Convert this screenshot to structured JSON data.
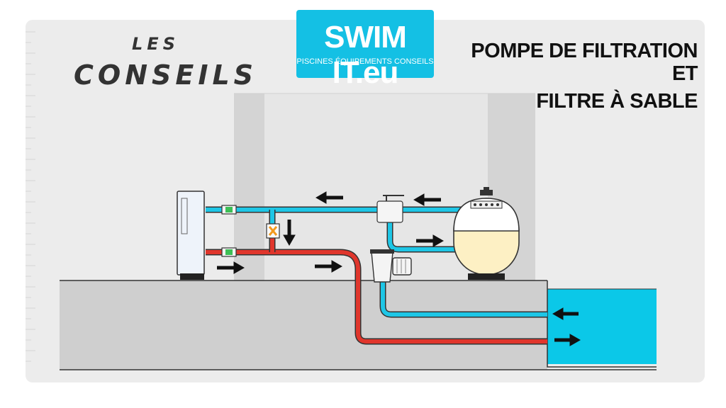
{
  "header": {
    "les_conseils": {
      "line1": "LES",
      "line2": "CONSEILS"
    },
    "logo": {
      "main": "SWIM IT.eu",
      "sub": "PISCINES ÉQUIPEMENTS CONSEILS"
    },
    "title_lines": [
      "POMPE DE FILTRATION",
      "ET",
      "FILTRE À SABLE"
    ]
  },
  "diagram": {
    "components": [
      "heat-pump",
      "sand-filter",
      "pump-motor",
      "prefilter",
      "multiport-valve",
      "bypass-valve",
      "pool"
    ],
    "colors": {
      "blue_pipe": "#1ec6e6",
      "red_pipe": "#e0362c",
      "pool_water": "#0bc8e8",
      "filter_sand": "#fdf0c4",
      "ground": "#cfcfcf",
      "wall": "#dcdcdc",
      "panel": "#ececec",
      "logo_bg": "#14c0e4"
    }
  }
}
